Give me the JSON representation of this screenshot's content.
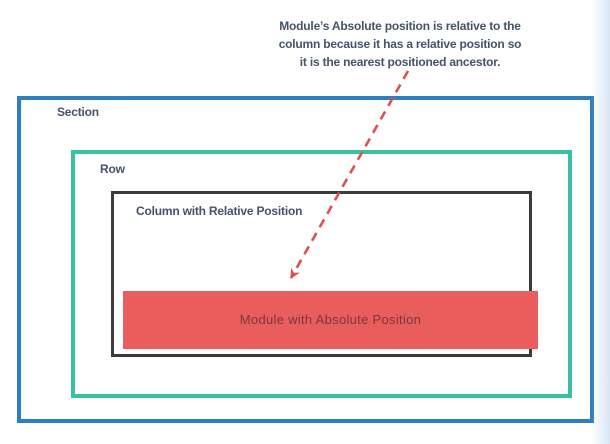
{
  "annotation": {
    "text": "Module’s Absolute position is relative to the\ncolumn because it has a relative position so\nit is the nearest positioned ancestor."
  },
  "diagram": {
    "section": {
      "label": "Section"
    },
    "row": {
      "label": "Row"
    },
    "column": {
      "label": "Column with Relative Position"
    },
    "module": {
      "label": "Module with Absolute Position"
    }
  },
  "colors": {
    "section_border": "#2d7fc0",
    "row_border": "#36c2a3",
    "column_border": "#3b3b3b",
    "module_background": "#ea5d5d",
    "module_text": "#7a3838",
    "label_text": "#44546a",
    "arrow": "#e04f4f",
    "page_edge_tint": "#cee0f4"
  }
}
